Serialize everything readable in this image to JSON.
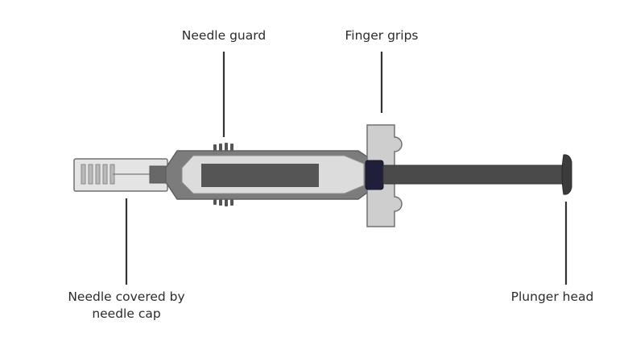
{
  "labels": {
    "needle_guard": "Needle guard",
    "finger_grips": "Finger grips",
    "needle_cap_line1": "Needle covered by",
    "needle_cap_line2": "needle cap",
    "plunger_head": "Plunger head"
  },
  "colors": {
    "background": "#ffffff",
    "outline": "#707070",
    "leader_line": "#333333",
    "cap_fill": "#e4e4e4",
    "barrel_fill": "#dcdcdc",
    "guard_fill": "#7c7c7c",
    "grips_fill": "#cecece",
    "medicine_fill": "#555555",
    "stopper_fill": "#1f1f3a",
    "plunger_fill": "#4a4a4a",
    "text": "#2b2b2b"
  }
}
